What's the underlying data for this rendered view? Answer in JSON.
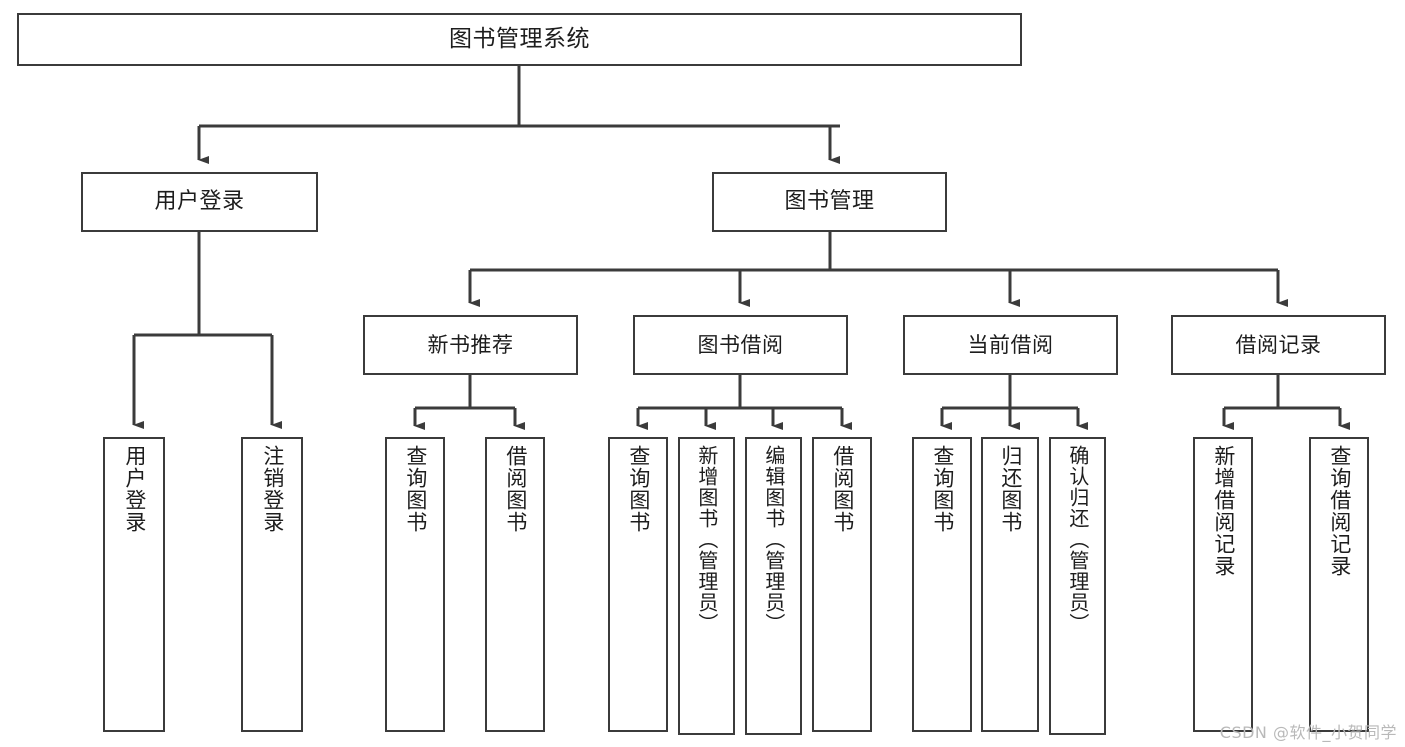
{
  "diagram": {
    "type": "tree-hierarchy-chart",
    "title": "图书管理系统",
    "colors": {
      "stroke": "#3b3b3b",
      "fill": "#ffffff",
      "text": "#1d1d1d",
      "watermark": "#b9b9b9"
    },
    "root": {
      "id": "root",
      "label": "图书管理系统"
    },
    "level2": [
      {
        "id": "user-login",
        "label": "用户登录"
      },
      {
        "id": "book-manage",
        "label": "图书管理"
      }
    ],
    "level3": [
      {
        "id": "new-book-recommend",
        "label": "新书推荐"
      },
      {
        "id": "book-borrow",
        "label": "图书借阅"
      },
      {
        "id": "current-borrow",
        "label": "当前借阅"
      },
      {
        "id": "borrow-record",
        "label": "借阅记录"
      }
    ],
    "leaves": {
      "user_login": [
        {
          "id": "leaf-user-login",
          "label": "用户登录"
        },
        {
          "id": "leaf-logout-login",
          "label": "注销登录"
        }
      ],
      "new_book_recommend": [
        {
          "id": "leaf-query-book-1",
          "label": "查询图书"
        },
        {
          "id": "leaf-borrow-book-1",
          "label": "借阅图书"
        }
      ],
      "book_borrow": [
        {
          "id": "leaf-query-book-2",
          "label": "查询图书"
        },
        {
          "id": "leaf-add-book",
          "label": "新增图书（管理员）"
        },
        {
          "id": "leaf-edit-book",
          "label": "编辑图书（管理员）"
        },
        {
          "id": "leaf-borrow-book-2",
          "label": "借阅图书"
        }
      ],
      "current_borrow": [
        {
          "id": "leaf-query-book-3",
          "label": "查询图书"
        },
        {
          "id": "leaf-return-book",
          "label": "归还图书"
        },
        {
          "id": "leaf-confirm-return",
          "label": "确认归还（管理员）"
        }
      ],
      "borrow_record": [
        {
          "id": "leaf-add-record",
          "label": "新增借阅记录"
        },
        {
          "id": "leaf-query-record",
          "label": "查询借阅记录"
        }
      ]
    }
  },
  "watermark": {
    "text": "CSDN @软件_小贺同学"
  }
}
